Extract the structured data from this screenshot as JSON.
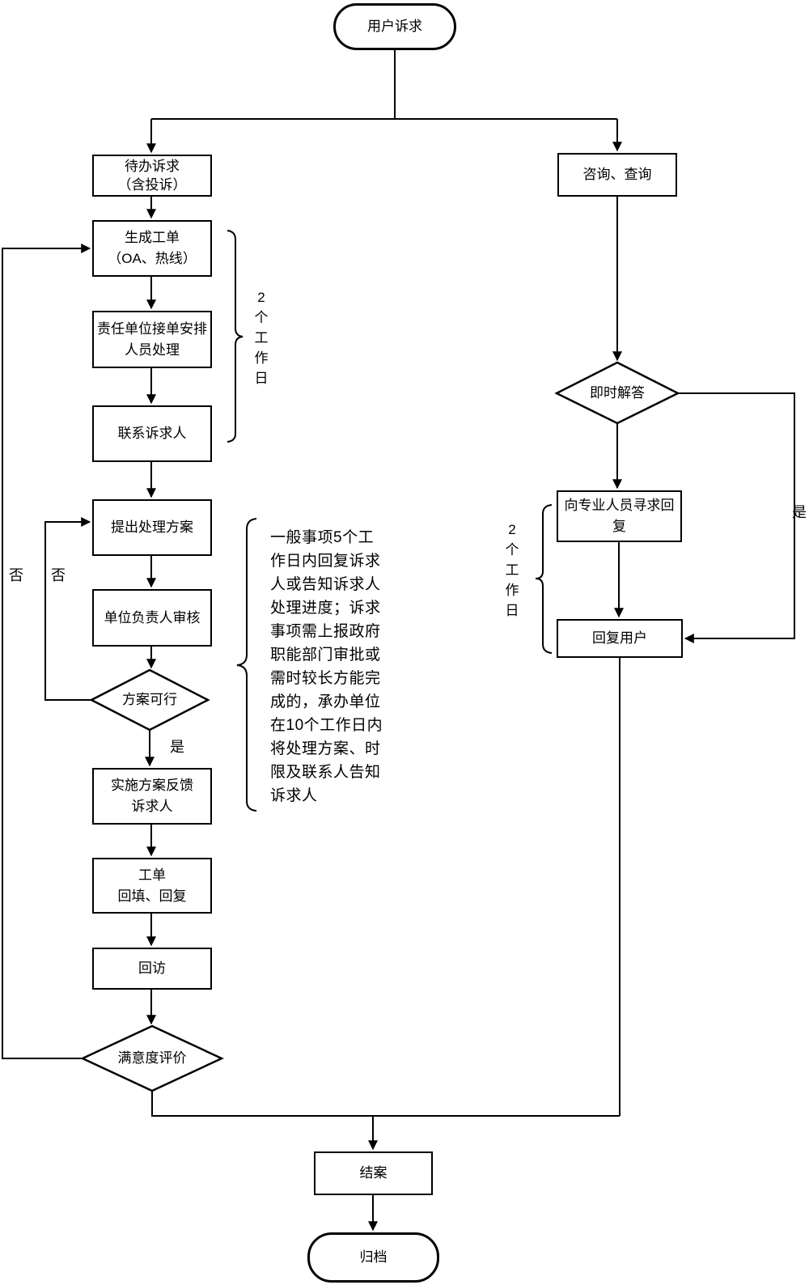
{
  "nodes": {
    "start": "用户诉求",
    "pending": "待办诉求\n（含投诉）",
    "generate": "生成工单\n（OA、热线）",
    "assign": "责任单位接单安排\n人员处理",
    "contact": "联系诉求人",
    "propose": "提出处理方案",
    "review": "单位负责人审核",
    "feasible": "方案可行",
    "implement": "实施方案反馈\n诉求人",
    "ticket": "工单\n回填、回复",
    "revisit": "回访",
    "satisfaction": "满意度评价",
    "consult": "咨询、查询",
    "instant": "即时解答",
    "seek": "向专业人员寻求回复",
    "reply": "回复用户",
    "close": "结案",
    "archive": "归档"
  },
  "edge_labels": {
    "feasible_yes": "是",
    "feasible_no": "否",
    "satisfaction_no": "否",
    "instant_yes": "是"
  },
  "braces": {
    "left_work_days": "2\n个\n工\n作\n日",
    "right_work_days": "2\n个\n工\n作\n日"
  },
  "annotation": "一般事项5个工\n作日内回复诉求\n人或告知诉求人\n处理进度；诉求\n事项需上报政府\n职能部门审批或\n需时较长方能完\n成的，承办单位\n在10个工作日内\n将处理方案、时\n限及联系人告知\n诉求人",
  "colors": {
    "line": "#000000",
    "text": "#000000",
    "background": "#ffffff",
    "node_fill": "#ffffff"
  }
}
